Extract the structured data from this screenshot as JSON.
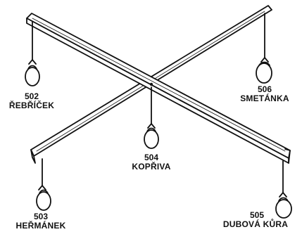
{
  "herbs": [
    {
      "number": "502",
      "name": "ŘEBŘÍČEK"
    },
    {
      "number": "503",
      "name": "HEŘMÁNEK"
    },
    {
      "number": "504",
      "name": "KOPŘIVA"
    },
    {
      "number": "505",
      "name": "DUBOVÁ KŮRA"
    },
    {
      "number": "506",
      "name": "SMETÁNKA"
    }
  ],
  "colors": {
    "ink": "#111111",
    "background": "#ffffff"
  }
}
